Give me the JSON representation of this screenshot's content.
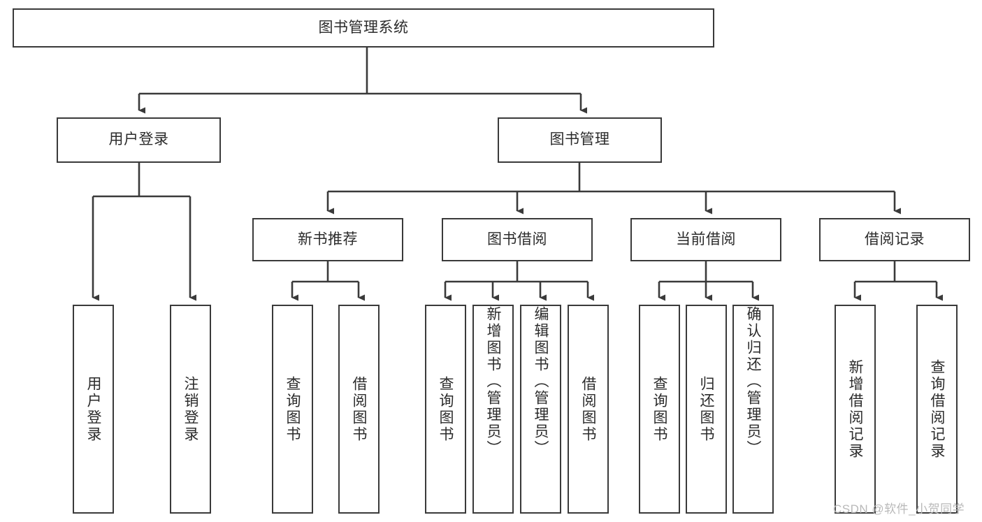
{
  "diagram": {
    "title": "图书管理系统",
    "type": "tree-hierarchy",
    "root": {
      "id": "root",
      "label": "图书管理系统"
    },
    "level2": [
      {
        "id": "user-login",
        "label": "用户登录"
      },
      {
        "id": "book-manage",
        "label": "图书管理"
      }
    ],
    "level3": [
      {
        "id": "new-book-recommend",
        "label": "新书推荐"
      },
      {
        "id": "book-borrow",
        "label": "图书借阅"
      },
      {
        "id": "current-borrow",
        "label": "当前借阅"
      },
      {
        "id": "borrow-record",
        "label": "借阅记录"
      }
    ],
    "leaves": {
      "user_login": [
        {
          "id": "leaf-user-login",
          "label": "用户登录"
        },
        {
          "id": "leaf-user-logout",
          "label": "注销登录"
        }
      ],
      "new_book_recommend": [
        {
          "id": "leaf-query-book-1",
          "label": "查询图书"
        },
        {
          "id": "leaf-borrow-book-1",
          "label": "借阅图书"
        }
      ],
      "book_borrow": [
        {
          "id": "leaf-query-book-2",
          "label": "查询图书"
        },
        {
          "id": "leaf-add-book",
          "label": "新增图书（管理员）"
        },
        {
          "id": "leaf-edit-book",
          "label": "编辑图书（管理员）"
        },
        {
          "id": "leaf-borrow-book-2",
          "label": "借阅图书"
        }
      ],
      "current_borrow": [
        {
          "id": "leaf-query-book-3",
          "label": "查询图书"
        },
        {
          "id": "leaf-return-book",
          "label": "归还图书"
        },
        {
          "id": "leaf-confirm-return",
          "label": "确认归还（管理员）"
        }
      ],
      "borrow_record": [
        {
          "id": "leaf-add-record",
          "label": "新增借阅记录"
        },
        {
          "id": "leaf-query-record",
          "label": "查询借阅记录"
        }
      ]
    }
  },
  "watermark": {
    "text": "CSDN @软件_小贺同学"
  },
  "colors": {
    "border": "#3a3a3a",
    "background": "#ffffff",
    "text": "#2b2b2b",
    "watermark": "#b9b9b9"
  }
}
